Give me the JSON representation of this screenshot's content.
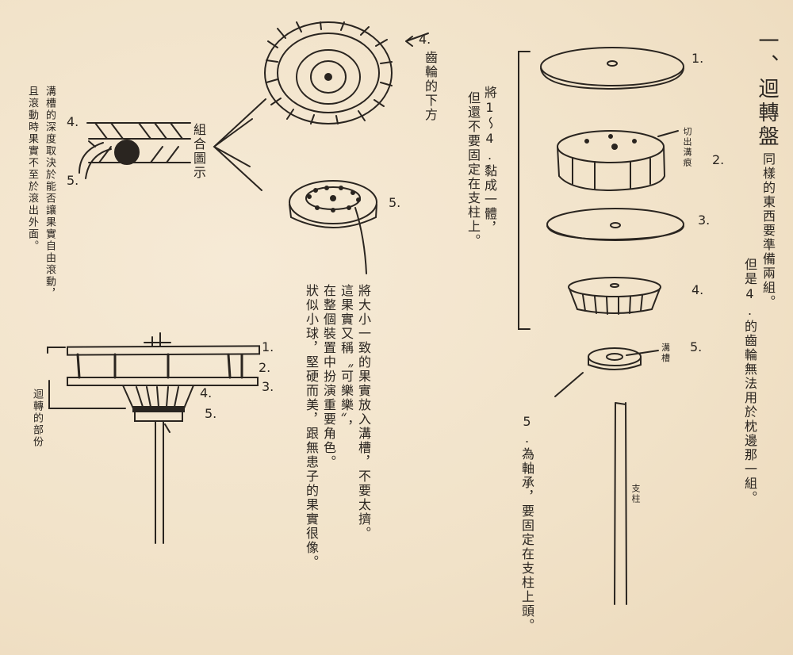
{
  "title": "一、迴轉盤",
  "intro": {
    "line1": "同樣的東西要準備兩組。",
    "line2": "但是4.的齒輪無法用於枕邊那一組。"
  },
  "right_diagram": {
    "labels": [
      "1.",
      "2.",
      "3.",
      "4.",
      "5."
    ],
    "cut_groove": "切出溝痕",
    "groove": "溝槽",
    "pole": "支柱",
    "glue_note": [
      "將1～4.黏成一體，",
      "但還不要固定在支柱上。"
    ],
    "bearing_note": "5.為軸承，要固定在支柱上頭。"
  },
  "center_diagram": {
    "gear_label_num": "4.",
    "gear_label": "齒輪的下方",
    "bearing_num": "5.",
    "assembly_label": "組合圖示",
    "notes": [
      "將大小一致的果實放入溝槽，不要太擠。",
      "這果實又稱〝可樂樂〞，",
      "在整個裝置中扮演重要角色。",
      "狀似小球，堅硬而美，跟無患子的果實很像。"
    ]
  },
  "cross_section": {
    "labels": [
      "4.",
      "5."
    ],
    "notes": [
      "溝槽的深度取決於能否讓果實自由滾動，",
      "且滾動時果實不至於滾出外面。"
    ]
  },
  "assembly": {
    "labels": [
      "1.",
      "2.",
      "3.",
      "4.",
      "5."
    ],
    "rotating_part": "迴轉的部份"
  },
  "colors": {
    "paper": "#f1e2c8",
    "ink": "#2a2520"
  }
}
